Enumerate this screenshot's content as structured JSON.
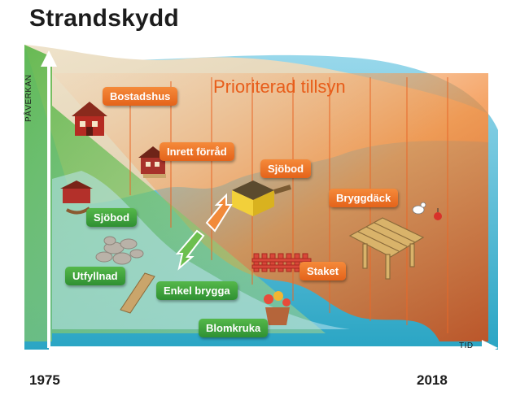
{
  "title": "Strandskydd",
  "axes": {
    "y_label": "PÅVERKAN",
    "x_label": "TID"
  },
  "years": {
    "start": "1975",
    "end": "2018"
  },
  "priority_heading": "Prioriterad tillsyn",
  "labels": {
    "bostadshus": "Bostadshus",
    "inrett_forrad": "Inrett förråd",
    "sjobod_orange": "Sjöbod",
    "bryggdack": "Bryggdäck",
    "staket": "Staket",
    "sjobod_green": "Sjöbod",
    "utfyllnad": "Utfyllnad",
    "enkel_brygga": "Enkel brygga",
    "blomkruka": "Blomkruka"
  },
  "colors": {
    "orange": "#e4631a",
    "green": "#2f9032",
    "water": "#6cc3dd",
    "sand": "#e8dcc3",
    "title": "#1c1c1c"
  }
}
